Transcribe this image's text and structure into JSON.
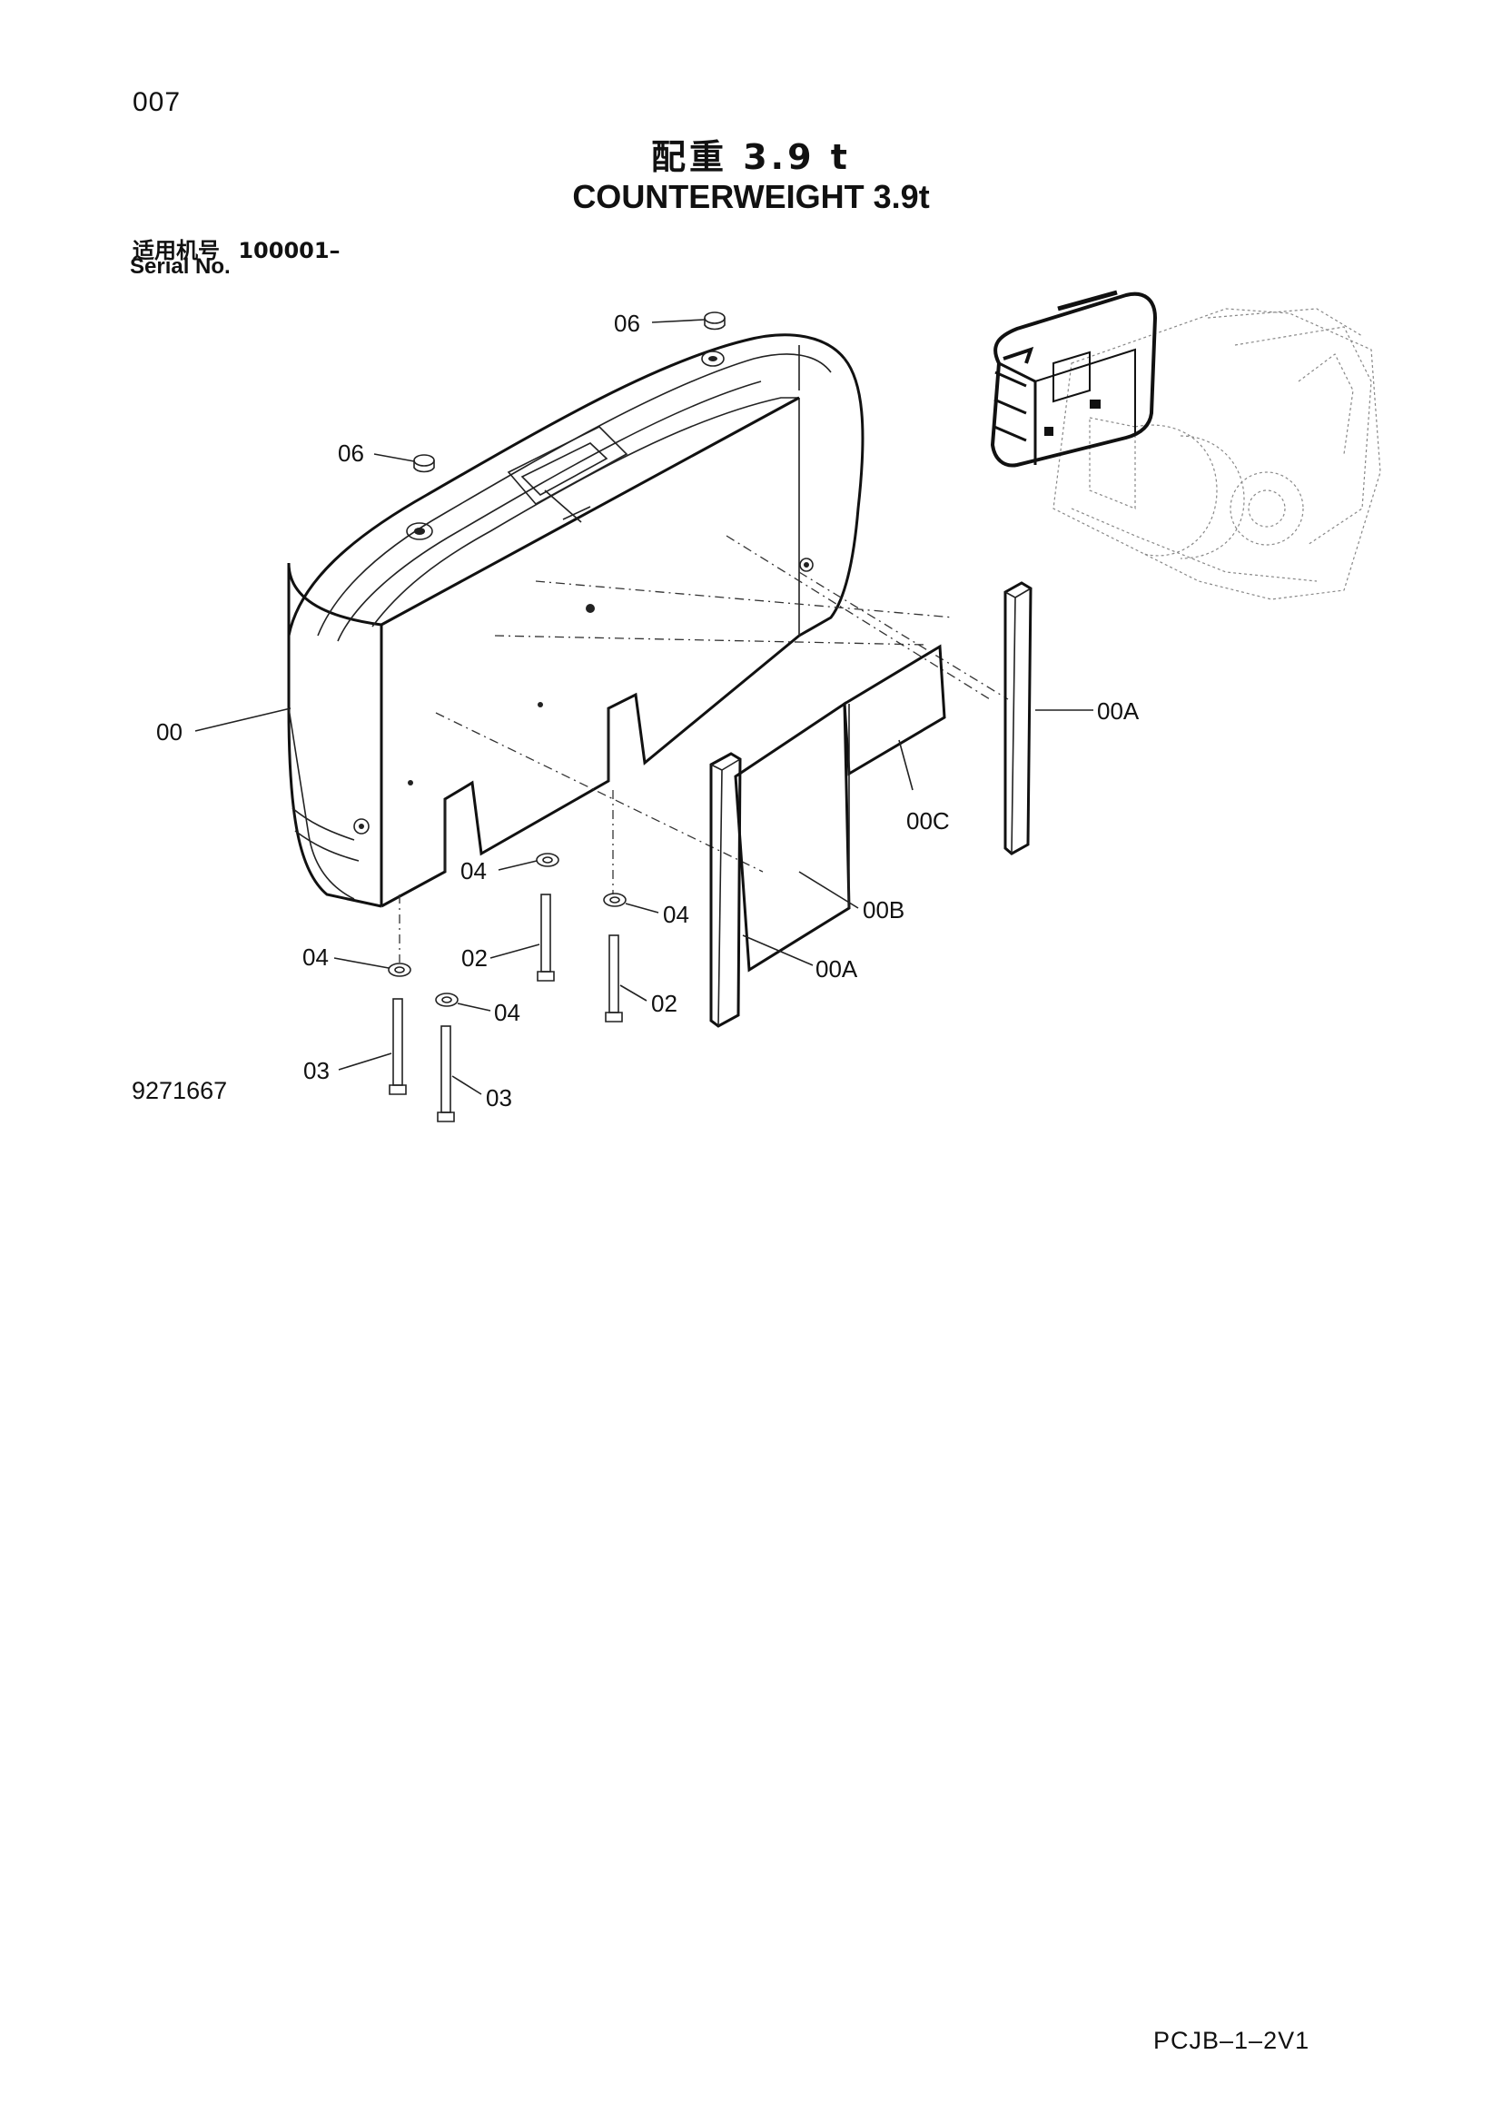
{
  "page_number": "007",
  "title_cn": "配重 3.9 t",
  "title_en": "COUNTERWEIGHT 3.9t",
  "serial_label_cn": "适用机号",
  "serial_value": "100001–",
  "serial_label_en": "Serial No.",
  "figure_number": "9271667",
  "page_code": "PCJB–1–2V1",
  "callouts": {
    "c06_top": "06",
    "c06_left": "06",
    "c00": "00",
    "c00A_right": "00A",
    "c00C": "00C",
    "c00B": "00B",
    "c00A_left": "00A",
    "c04_a": "04",
    "c04_b": "04",
    "c04_c": "04",
    "c04_d": "04",
    "c02_a": "02",
    "c02_b": "02",
    "c03_a": "03",
    "c03_b": "03"
  }
}
